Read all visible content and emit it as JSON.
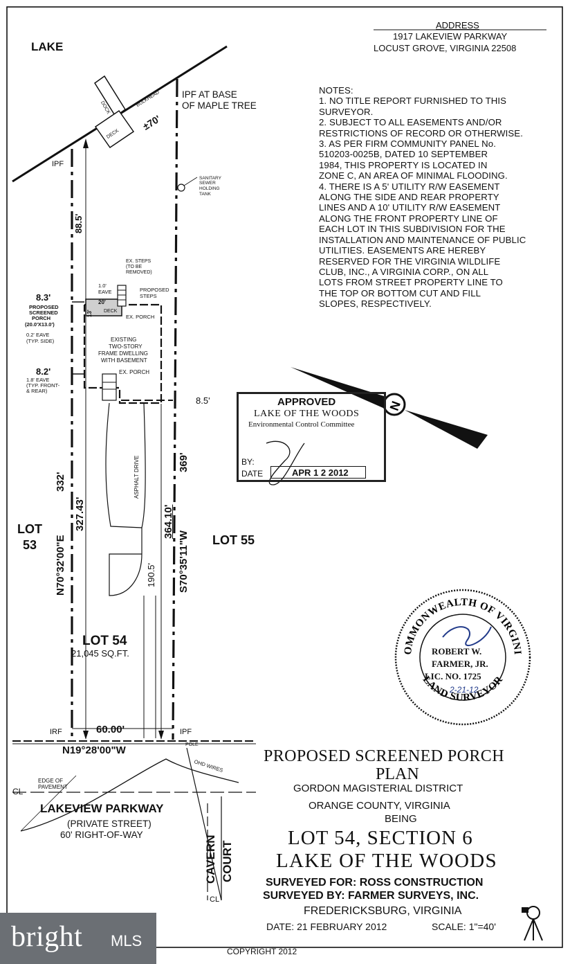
{
  "address": {
    "heading": "ADDRESS",
    "line1": "1917 LAKEVIEW PARKWAY",
    "line2": "LOCUST GROVE, VIRGINIA 22508"
  },
  "map_labels": {
    "lake": "LAKE",
    "ipf_maple": [
      "IPF AT BASE",
      "OF MAPLE TREE"
    ],
    "bulkhead": "BULKHEAD",
    "dock": "DOCK",
    "deck": "DECK",
    "front_distance": "±70'",
    "ipf": "IPF",
    "irf": "IRF",
    "septic": [
      "SANITARY",
      "SEWER",
      "HOLDING",
      "TANK"
    ],
    "dist_88": "88.5'",
    "ex_steps": [
      "EX. STEPS",
      "(TO BE",
      "REMOVED)"
    ],
    "eave_10": [
      "1.0'",
      "EAVE"
    ],
    "proposed_steps": [
      "PROPOSED",
      "STEPS"
    ],
    "porch_20": "20'",
    "porch_13": "13'",
    "deck_small": "DECK",
    "ex_porch_top": "EX. PORCH",
    "setback_83": "8.3'",
    "proposed_screened": [
      "PROPOSED",
      "SCREENED",
      "PORCH",
      "(20.0'X13.0')"
    ],
    "eave_02": [
      "0.2' EAVE",
      "(TYP. SIDE)"
    ],
    "dwelling": [
      "EXISTING",
      "TWO-STORY",
      "FRAME DWELLING",
      "WITH BASEMENT"
    ],
    "setback_82": "8.2'",
    "eave_18": [
      "1.8' EAVE",
      "(TYP. FRONT-",
      "& REAR)"
    ],
    "ex_porch_bottom": "EX. PORCH",
    "setback_85": "8.5'",
    "asphalt": "ASPHALT DRIVE",
    "dist_332": "332'",
    "bearing_west": "N70°32'00\"E",
    "dist_32743": "327.43'",
    "dist_36410": "364.10'",
    "bearing_east": "S70°35'11\"W",
    "dist_369": "369'",
    "dist_1905": "190.5'",
    "lot53": [
      "LOT",
      "53"
    ],
    "lot55": "LOT 55",
    "lot54": "LOT 54",
    "lot54_area": "21,045 SQ.FT.",
    "front_60": "60.00'",
    "front_bearing": "N19°28'00\"W",
    "pole": "POLE",
    "ohd_wires": "OHD WIRES",
    "edge_pavement": [
      "EDGE OF",
      "PAVEMENT"
    ],
    "centerline": "CL",
    "street_name": "LAKEVIEW PARKWAY",
    "street_private": "(PRIVATE STREET)",
    "street_row": "60' RIGHT-OF-WAY",
    "cavern": "CAVERN",
    "court": "COURT",
    "cl_bottom": "CL"
  },
  "notes": [
    "NOTES:",
    "1. NO TITLE REPORT FURNISHED TO THIS",
    "SURVEYOR.",
    "2. SUBJECT TO ALL EASEMENTS AND/OR",
    "RESTRICTIONS OF RECORD OR OTHERWISE.",
    "3. AS PER FIRM COMMUNITY PANEL No.",
    "510203-0025B, DATED 10 SEPTEMBER",
    "1984, THIS PROPERTY IS LOCATED IN",
    "ZONE C, AN AREA OF MINIMAL FLOODING.",
    "4. THERE IS A 5' UTILITY R/W EASEMENT",
    "ALONG THE SIDE AND REAR PROPERTY",
    "LINES AND A 10' UTILITY R/W EASEMENT",
    "ALONG THE FRONT PROPERTY LINE OF",
    "EACH LOT IN THIS SUBDIVISION FOR THE",
    "INSTALLATION AND MAINTENANCE OF PUBLIC",
    "UTILITIES.  EASEMENTS ARE HEREBY",
    "RESERVED FOR THE VIRGINIA WILDLIFE",
    "CLUB, INC., A VIRGINIA CORP., ON ALL",
    "LOTS FROM STREET PROPERTY LINE TO",
    "THE TOP OR BOTTOM CUT AND FILL",
    "SLOPES, RESPECTIVELY."
  ],
  "stamp": {
    "approved": "APPROVED",
    "org": "LAKE OF THE WOODS",
    "committee": "Environmental Control Committee",
    "by": "BY:",
    "date_label": "DATE",
    "date_value": "APR 1 2 2012"
  },
  "seal": {
    "top_arc": "COMMONWEALTH OF VIRGINIA",
    "bottom_arc": "LAND SURVEYOR",
    "name1": "ROBERT W.",
    "name2": "FARMER, JR.",
    "lic": "LIC. NO. 1725",
    "sig_date": "2-21-12"
  },
  "title_block": {
    "title1": "PROPOSED SCREENED PORCH",
    "title2": "PLAN",
    "district": "GORDON MAGISTERIAL DISTRICT",
    "county": "ORANGE COUNTY, VIRGINIA",
    "being": "BEING",
    "lot_line": "LOT 54, SECTION 6",
    "subdivision": "LAKE OF THE WOODS",
    "surveyed_for": "SURVEYED FOR:  ROSS CONSTRUCTION",
    "surveyed_by": "SURVEYED BY:  FARMER SURVEYS, INC.",
    "city": "FREDERICKSBURG, VIRGINIA",
    "date": "DATE:  21 FEBRUARY 2012",
    "scale": "SCALE:   1\"=40'"
  },
  "copyright": "COPYRIGHT 2012",
  "brand": {
    "name": "bright",
    "suffix": "MLS"
  }
}
